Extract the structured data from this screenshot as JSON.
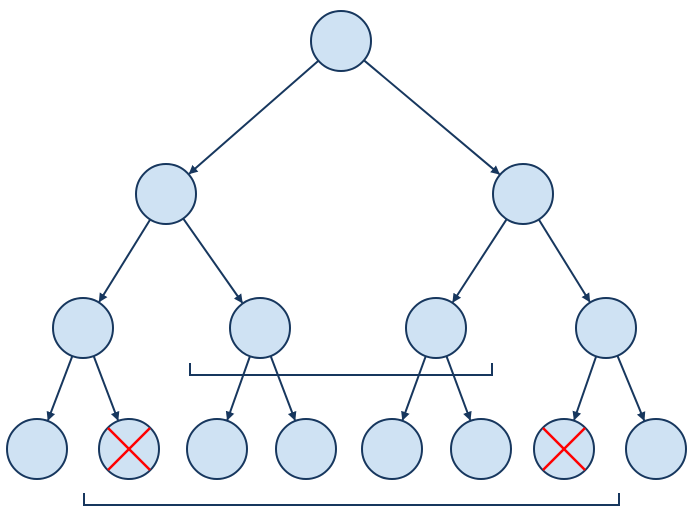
{
  "diagram": {
    "type": "binary-tree",
    "colors": {
      "node_fill": "#cfe2f3",
      "node_stroke": "#17375e",
      "edge": "#17375e",
      "cross": "#ff0000",
      "bracket": "#17375e"
    },
    "nodes": [
      {
        "id": "root",
        "level": 0
      },
      {
        "id": "l1-a",
        "level": 1,
        "parent": "root"
      },
      {
        "id": "l1-b",
        "level": 1,
        "parent": "root"
      },
      {
        "id": "l2-a",
        "level": 2,
        "parent": "l1-a"
      },
      {
        "id": "l2-b",
        "level": 2,
        "parent": "l1-a"
      },
      {
        "id": "l2-c",
        "level": 2,
        "parent": "l1-b"
      },
      {
        "id": "l2-d",
        "level": 2,
        "parent": "l1-b"
      },
      {
        "id": "l3-a",
        "level": 3,
        "parent": "l2-a"
      },
      {
        "id": "l3-b",
        "level": 3,
        "parent": "l2-a",
        "crossed": true
      },
      {
        "id": "l3-c",
        "level": 3,
        "parent": "l2-b"
      },
      {
        "id": "l3-d",
        "level": 3,
        "parent": "l2-b"
      },
      {
        "id": "l3-e",
        "level": 3,
        "parent": "l2-c"
      },
      {
        "id": "l3-f",
        "level": 3,
        "parent": "l2-c"
      },
      {
        "id": "l3-g",
        "level": 3,
        "parent": "l2-d",
        "crossed": true
      },
      {
        "id": "l3-h",
        "level": 3,
        "parent": "l2-d"
      }
    ],
    "brackets": [
      {
        "id": "level2-middle-bracket",
        "spans": [
          "l2-b",
          "l2-c"
        ]
      },
      {
        "id": "level3-bottom-bracket",
        "spans": [
          "l3-b",
          "l3-g"
        ]
      }
    ]
  }
}
